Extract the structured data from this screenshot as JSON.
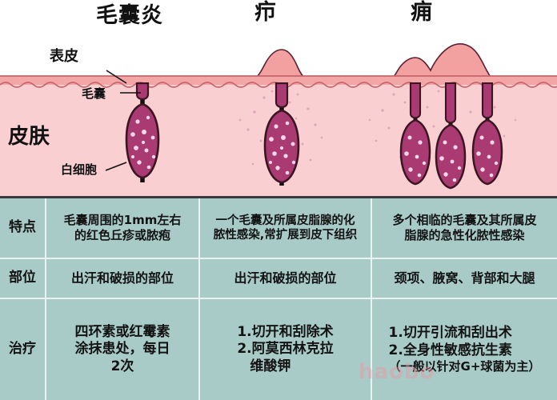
{
  "diagram": {
    "condition_titles": [
      {
        "id": "folliculitis",
        "label": "毛囊炎"
      },
      {
        "id": "furuncle",
        "label": "疖"
      },
      {
        "id": "carbuncle",
        "label": "痈"
      }
    ],
    "annotations": {
      "epidermis": "表皮",
      "follicle": "毛囊",
      "skin": "皮肤",
      "white_blood_cells": "白细胞"
    },
    "colors": {
      "epidermis": "#f3a6a6",
      "dermis": "#f9cfd2",
      "lesion_bump": "#f3a0a0",
      "follicle_fill": "#a93a72",
      "follicle_outline": "#5a2233",
      "wbc_dot": "#f6d7ea",
      "hair_shaft": "#111111",
      "table_bg": "#a8cbc8",
      "table_rule": "#e9f2f1",
      "table_border": "#3a3a3a",
      "text": "#131313"
    }
  },
  "table": {
    "rows": [
      {
        "header": "特点",
        "cells": [
          {
            "lines": [
              "毛囊周围的1mm左右",
              "的红色丘疹或脓疱"
            ]
          },
          {
            "lines": [
              "一个毛囊及所属皮脂腺的化",
              "脓性感染,常扩展到皮下组织"
            ]
          },
          {
            "lines": [
              "多个相临的毛囊及其所属皮",
              "脂腺的急性化脓性感染"
            ]
          }
        ]
      },
      {
        "header": "部位",
        "cells": [
          {
            "lines": [
              "出汗和破损的部位"
            ]
          },
          {
            "lines": [
              "出汗和破损的部位"
            ]
          },
          {
            "lines": [
              "颈项、腋窝、背部和大腿"
            ]
          }
        ]
      },
      {
        "header": "治疗",
        "cells": [
          {
            "lines": [
              "四环素或红霉素",
              "涂抹患处，每日",
              "2次"
            ]
          },
          {
            "lines": [
              "1.切开和刮除术",
              "2.阿莫西林克拉",
              "维酸钾"
            ]
          },
          {
            "lines": [
              "1.切开引流和刮出术",
              "2.全身性敏感抗生素",
              "（一般以针对G+球菌为主）"
            ]
          }
        ]
      }
    ]
  },
  "watermark": {
    "text": "haobo"
  }
}
